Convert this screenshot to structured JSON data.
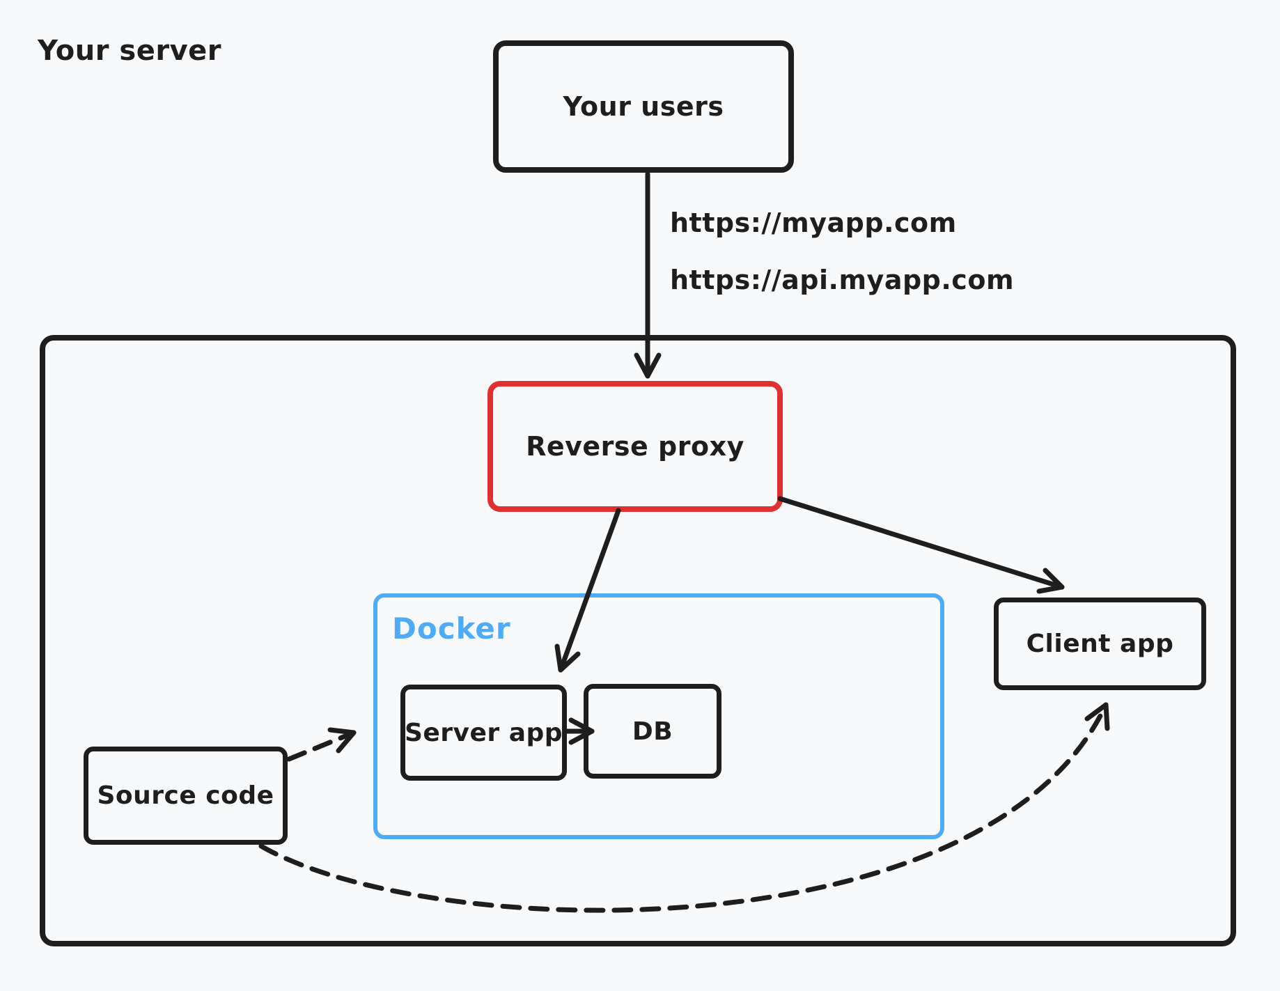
{
  "diagram": {
    "background": "#f8f9fa",
    "ink": "#1e1e1e",
    "accent_red": "#e03131",
    "accent_blue": "#4dabf7"
  },
  "nodes": {
    "your_users": {
      "label": "Your users"
    },
    "your_server": {
      "label": "Your server"
    },
    "reverse_proxy": {
      "label": "Reverse proxy"
    },
    "docker": {
      "label": "Docker"
    },
    "server_app": {
      "label": "Server app"
    },
    "db": {
      "label": "DB"
    },
    "source_code": {
      "label": "Source code"
    },
    "client_app": {
      "label": "Client app"
    }
  },
  "edge_labels": {
    "url_primary": "https://myapp.com",
    "url_api": "https://api.myapp.com"
  }
}
